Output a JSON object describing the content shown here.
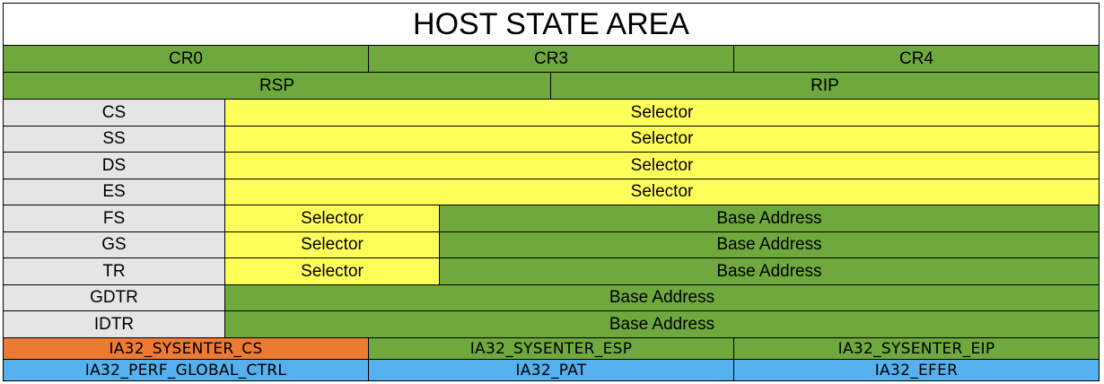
{
  "title": "HOST STATE AREA",
  "control_registers": [
    "CR0",
    "CR3",
    "CR4"
  ],
  "pointers": [
    "RSP",
    "RIP"
  ],
  "segment_rows": [
    {
      "name": "CS",
      "fields": [
        "Selector"
      ]
    },
    {
      "name": "SS",
      "fields": [
        "Selector"
      ]
    },
    {
      "name": "DS",
      "fields": [
        "Selector"
      ]
    },
    {
      "name": "ES",
      "fields": [
        "Selector"
      ]
    },
    {
      "name": "FS",
      "fields": [
        "Selector",
        "Base Address"
      ]
    },
    {
      "name": "GS",
      "fields": [
        "Selector",
        "Base Address"
      ]
    },
    {
      "name": "TR",
      "fields": [
        "Selector",
        "Base Address"
      ]
    },
    {
      "name": "GDTR",
      "fields": [
        "Base Address"
      ]
    },
    {
      "name": "IDTR",
      "fields": [
        "Base Address"
      ]
    }
  ],
  "sysenter_msrs": [
    "IA32_SYSENTER_CS",
    "IA32_SYSENTER_ESP",
    "IA32_SYSENTER_EIP"
  ],
  "other_msrs": [
    "IA32_PERF_GLOBAL_CTRL",
    "IA32_PAT",
    "IA32_EFER"
  ],
  "colors": {
    "green": "#6fa83c",
    "yellow": "#ffff5a",
    "grey": "#e5e5e5",
    "orange": "#ed7a32",
    "blue": "#54b1ee"
  }
}
